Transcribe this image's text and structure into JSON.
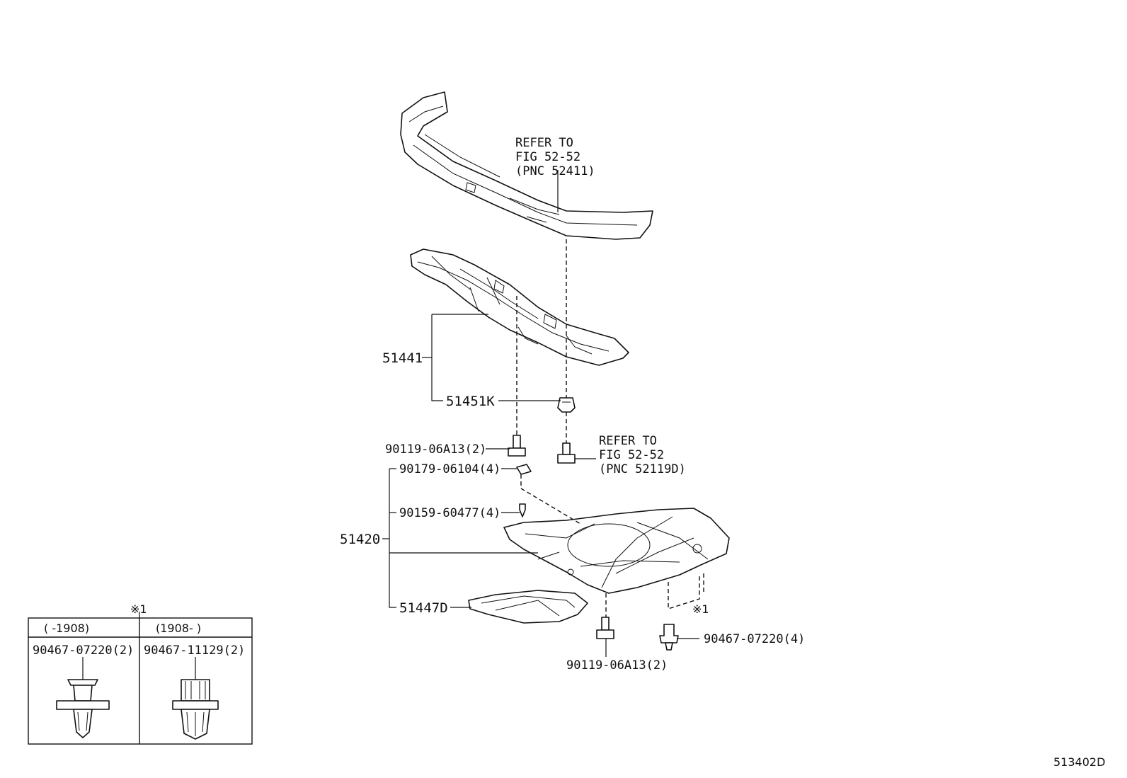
{
  "diagram": {
    "figure_id": "513402D",
    "refer_bumper": [
      "REFER TO",
      "FIG 52-52",
      "(PNC 52411)"
    ],
    "refer_clip": [
      "REFER TO",
      "FIG 52-52",
      "(PNC 52119D)"
    ],
    "callouts": {
      "p51441": "51441",
      "p51451k": "51451K",
      "p90119_upper": "90119-06A13(2)",
      "p90179": "90179-06104(4)",
      "p90159": "90159-60477(4)",
      "p51420": "51420",
      "p51447d": "51447D",
      "p90119_lower": "90119-06A13(2)",
      "p90467_main": "90467-07220(4)",
      "note_mark": "※1"
    },
    "inset": {
      "mark": "※1",
      "columns": [
        {
          "header": "(    -1908)",
          "part": "90467-07220(2)"
        },
        {
          "header": "(1908-    )",
          "part": "90467-11129(2)"
        }
      ]
    }
  }
}
